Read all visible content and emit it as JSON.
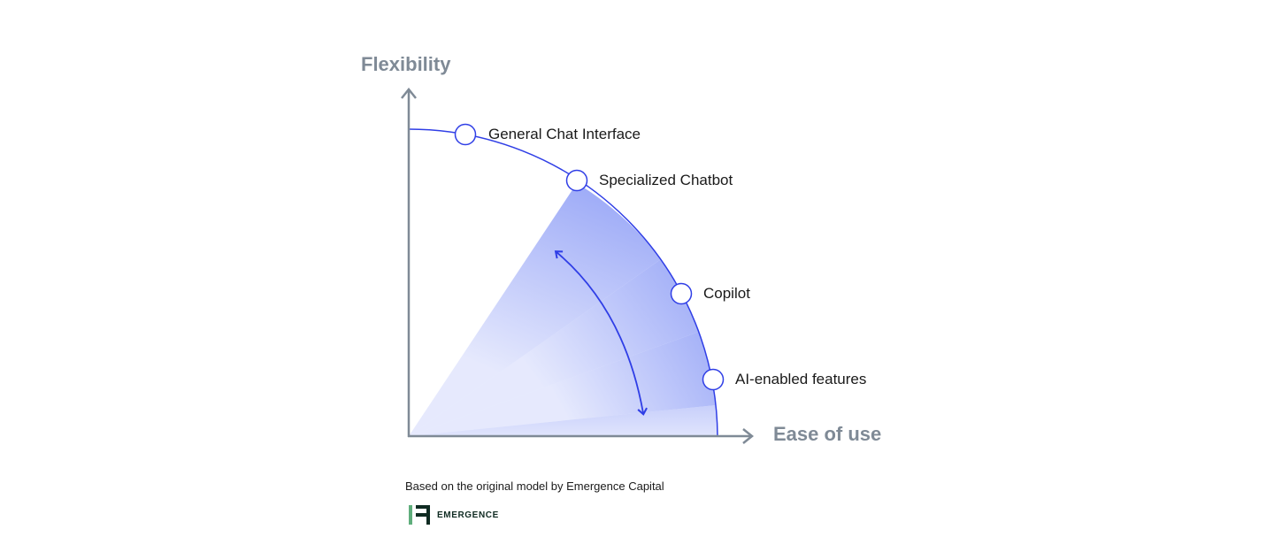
{
  "axes": {
    "y_title": "Flexibility",
    "x_title": "Ease of use"
  },
  "nodes": [
    {
      "label": "General Chat Interface"
    },
    {
      "label": "Specialized Chatbot"
    },
    {
      "label": "Copilot"
    },
    {
      "label": "AI-enabled features"
    }
  ],
  "caption": "Based on the original model by Emergence Capital",
  "logo": {
    "wordmark": "EMERGENCE",
    "icon": "emergence-logo-icon",
    "colors": {
      "green": "#5fae7c",
      "dark": "#0f2b22"
    }
  },
  "colors": {
    "axis": "#7f8a96",
    "arc": "#2f3ee6",
    "wedge": "#9aa8f7",
    "node_fill": "#ffffff"
  }
}
